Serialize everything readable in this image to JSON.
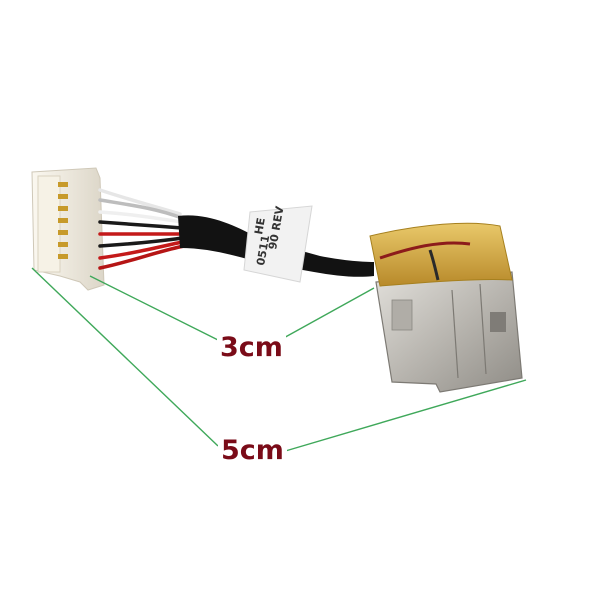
{
  "measurements": {
    "short_length": "3cm",
    "long_length": "5cm"
  },
  "colors": {
    "dimension_text": "#7a0b18",
    "dimension_line": "#3fa85a",
    "connector_body": "#f3efe4",
    "cable_sleeve": "#111111",
    "tape_label": "#f2f2f2",
    "jack_housing": "#c8c5bf",
    "insulation_tape": "#d8b24a"
  },
  "product_label": {
    "lines": [
      "HE",
      "90 REV",
      "0511"
    ]
  }
}
